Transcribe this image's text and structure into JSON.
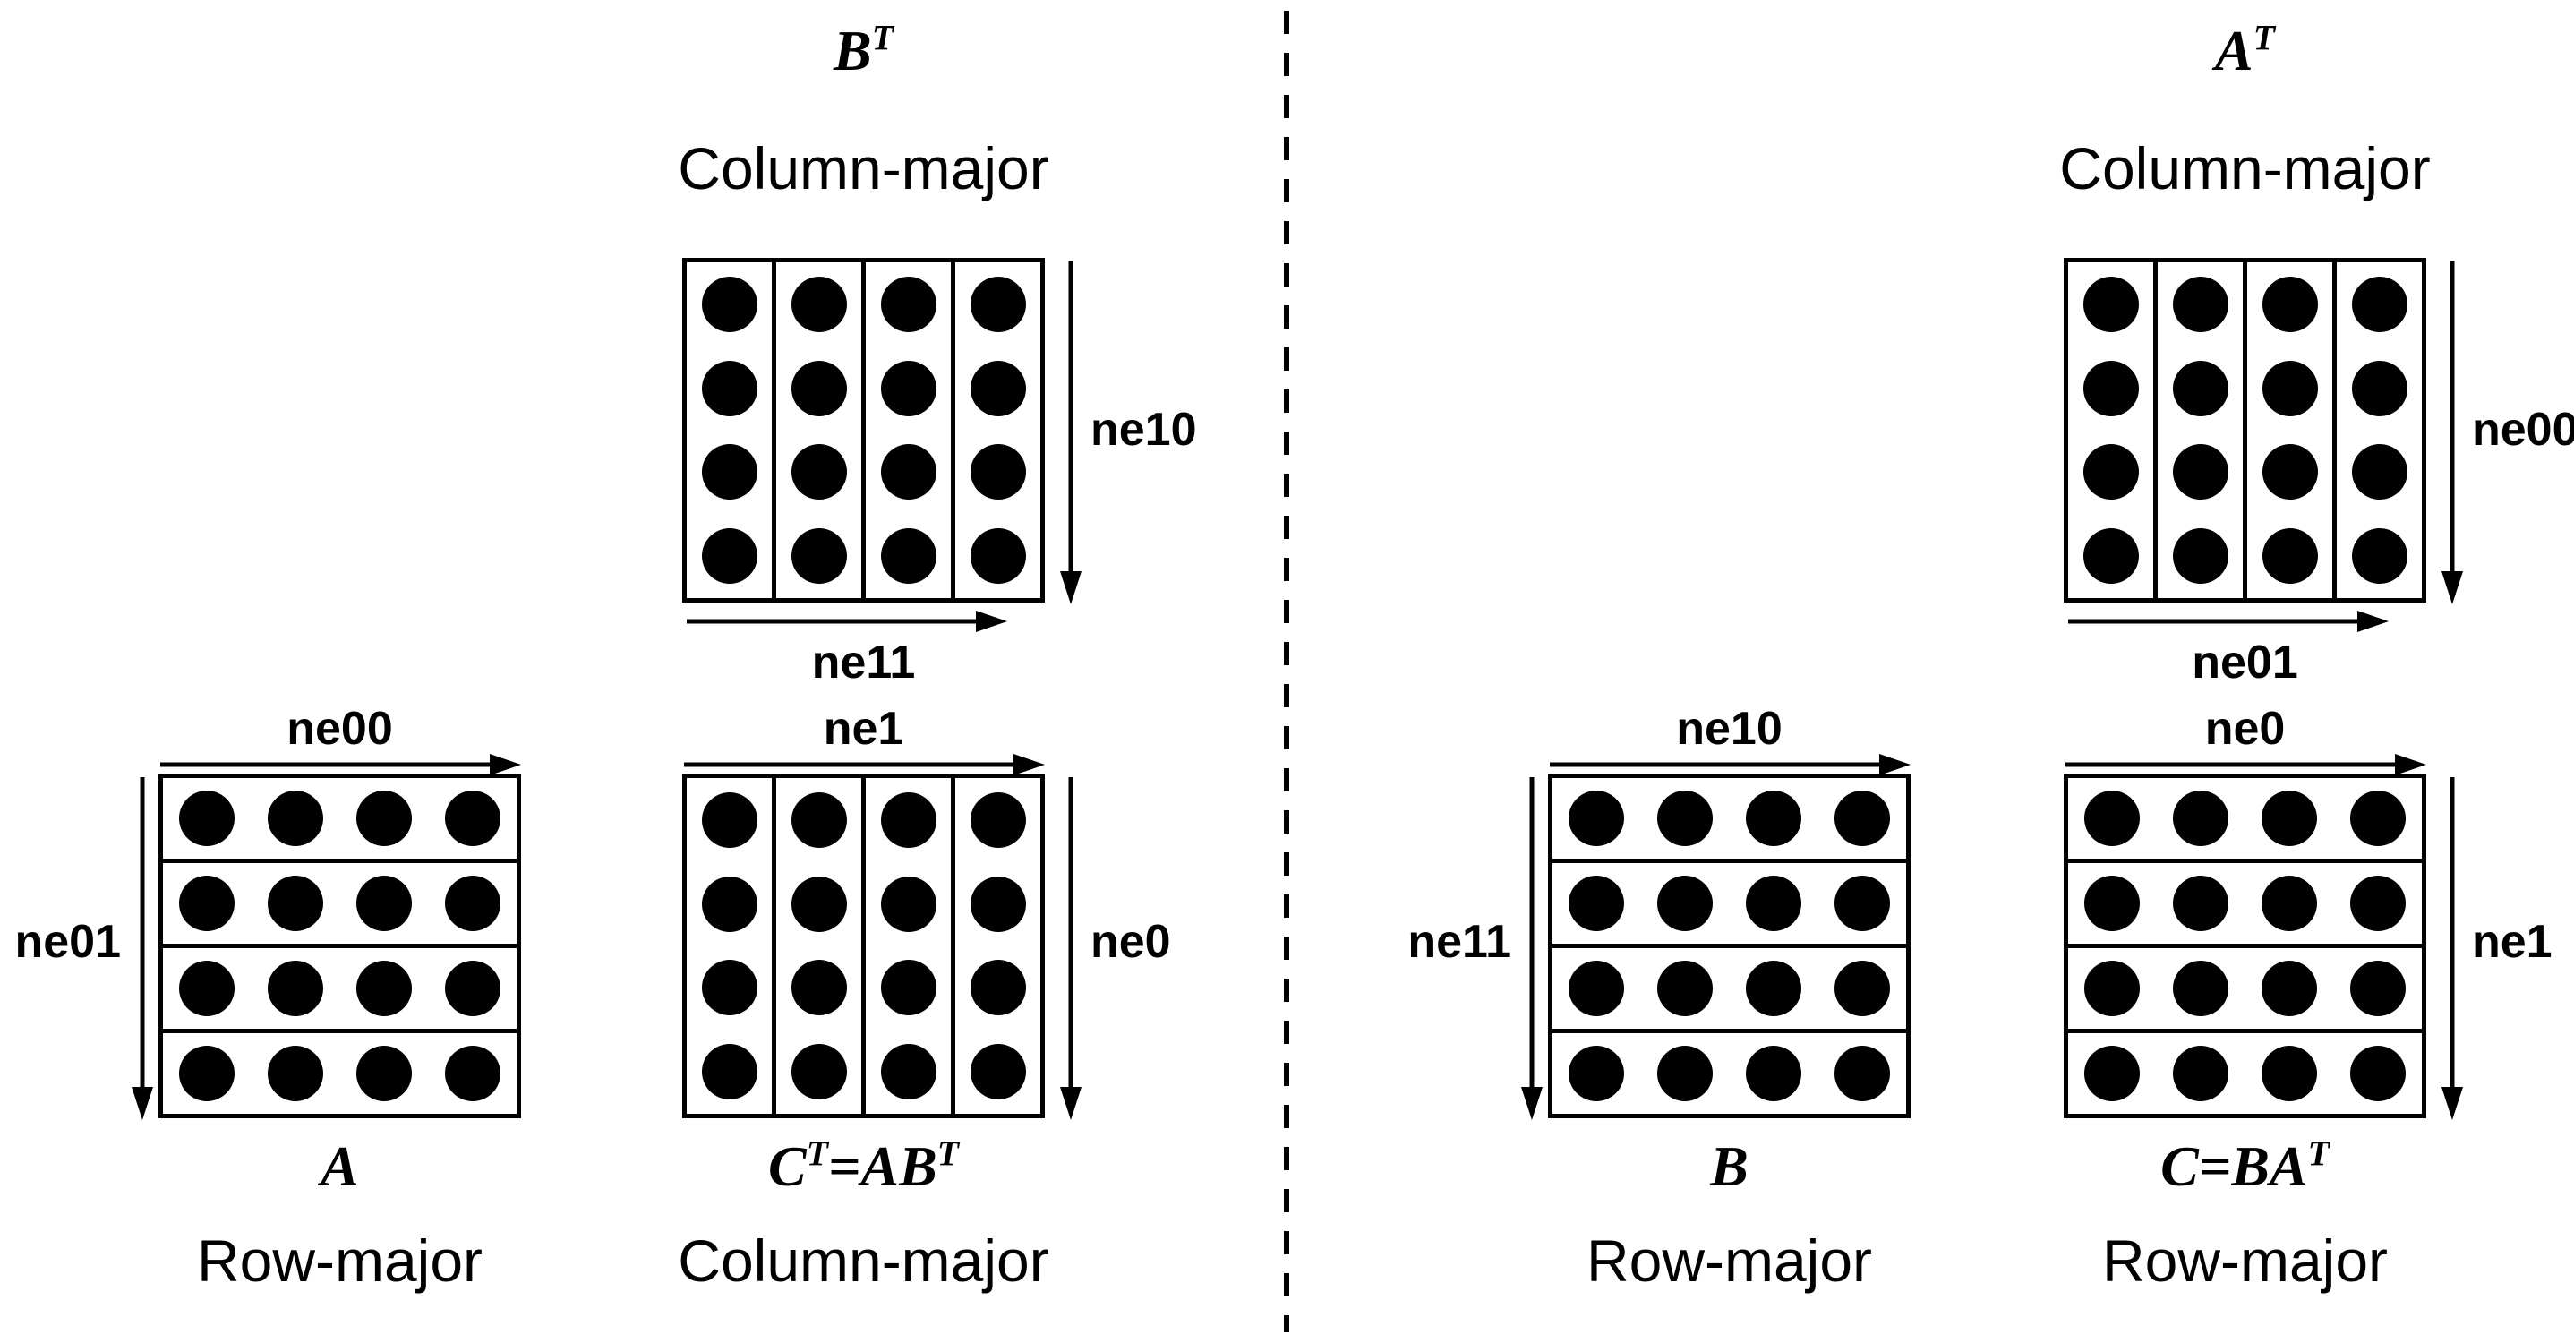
{
  "diagram": {
    "left": {
      "bt": {
        "title": {
          "b1": "B",
          "s1": "T",
          "b2": "",
          "s2": ""
        },
        "layout": "Column-major",
        "orientation": "column-major",
        "rows": 4,
        "cols": 4,
        "h_label": "ne11",
        "v_label": "ne10"
      },
      "a": {
        "title": {
          "b1": "A",
          "s1": "",
          "b2": "",
          "s2": ""
        },
        "layout": "Row-major",
        "orientation": "row-major",
        "rows": 4,
        "cols": 4,
        "h_label": "ne00",
        "v_label": "ne01"
      },
      "ct": {
        "title": {
          "b1": "C",
          "s1": "T",
          "b2": "=AB",
          "s2": "T"
        },
        "layout": "Column-major",
        "orientation": "column-major",
        "rows": 4,
        "cols": 4,
        "h_label": "ne1",
        "v_label": "ne0"
      }
    },
    "right": {
      "at": {
        "title": {
          "b1": "A",
          "s1": "T",
          "b2": "",
          "s2": ""
        },
        "layout": "Column-major",
        "orientation": "column-major",
        "rows": 4,
        "cols": 4,
        "h_label": "ne01",
        "v_label": "ne00"
      },
      "b": {
        "title": {
          "b1": "B",
          "s1": "",
          "b2": "",
          "s2": ""
        },
        "layout": "Row-major",
        "orientation": "row-major",
        "rows": 4,
        "cols": 4,
        "h_label": "ne10",
        "v_label": "ne11"
      },
      "c": {
        "title": {
          "b1": "C",
          "s1": "",
          "b2": "=BA",
          "s2": "T"
        },
        "layout": "Row-major",
        "orientation": "row-major",
        "rows": 4,
        "cols": 4,
        "h_label": "ne0",
        "v_label": "ne1"
      }
    }
  }
}
